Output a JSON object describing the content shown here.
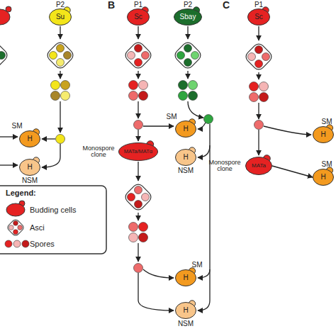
{
  "diagram": {
    "nodes": [
      {
        "text": [
          "P2",
          "Su"
        ]
      },
      {
        "text": [
          "SM",
          "H"
        ]
      },
      {
        "text": [
          "H",
          "NSM"
        ]
      },
      {
        "text": [
          "P1",
          "Sc"
        ]
      },
      {
        "text": [
          "P2",
          "Sbay"
        ]
      },
      {
        "text": [
          "SM",
          "H"
        ]
      },
      {
        "text": [
          "H",
          "NSM"
        ]
      },
      {
        "text": [
          "Monospore clone",
          "MATa/MATα"
        ]
      },
      {
        "text": [
          "SM",
          "H"
        ]
      },
      {
        "text": [
          "H",
          "NSM"
        ]
      },
      {
        "text": [
          "P1",
          "Sc"
        ]
      },
      {
        "text": [
          "SM",
          "H"
        ]
      },
      {
        "text": [
          "Monospore clone",
          "MATa"
        ]
      },
      {
        "text": [
          "SM",
          "H"
        ]
      }
    ],
    "edges": [
      {
        "from": 12,
        "to": 13,
        "arrow": "to"
      }
    ],
    "labels": [
      "B",
      "C",
      "Legend:"
    ],
    "legend": [
      {
        "text": "Budding cells"
      },
      {
        "text": "Asci"
      },
      {
        "text": "Spores"
      }
    ]
  }
}
